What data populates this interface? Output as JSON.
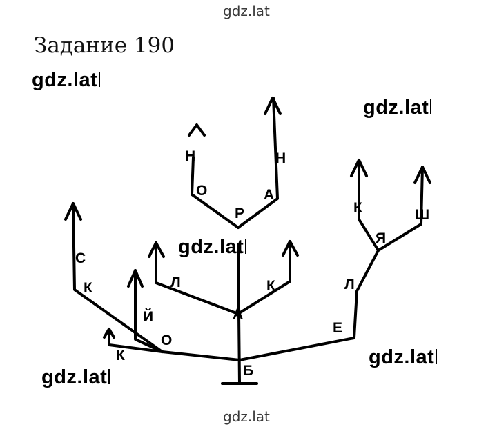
{
  "site_top": "gdz.lat",
  "site_bottom": "gdz.lat",
  "title": "Задание 190",
  "watermarks": [
    "gdz.lat",
    "gdz.lat",
    "gdz.lat",
    "gdz.lat",
    "gdz.lat"
  ],
  "letters": {
    "b": "Б",
    "a_mid": "А",
    "l_mid": "Л",
    "k_mid": "К",
    "r": "Р",
    "o_top": "О",
    "n_top": "Н",
    "a_top": "А",
    "n_right_top": "Н",
    "o_left": "О",
    "y_short": "Й",
    "k_left": "К",
    "s_left": "С",
    "k_small": "К",
    "e_right": "Е",
    "l_right": "Л",
    "ya": "Я",
    "k_right": "К",
    "sh": "Ш"
  }
}
